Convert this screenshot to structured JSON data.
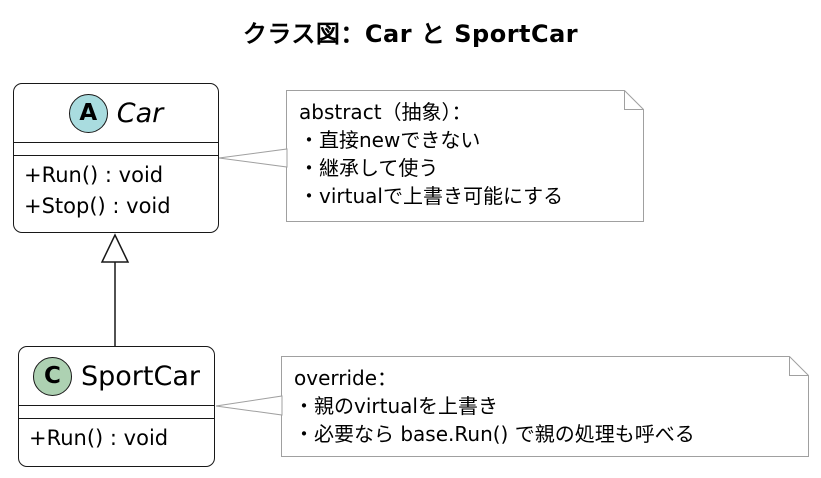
{
  "title": "クラス図：Car と SportCar",
  "car_class": {
    "badge": "A",
    "name": "Car",
    "methods": [
      "+Run() : void",
      "+Stop() : void"
    ]
  },
  "sportcar_class": {
    "badge": "C",
    "name": "SportCar",
    "methods": [
      "+Run() : void"
    ]
  },
  "abstract_note": {
    "lines": [
      "abstract（抽象）：",
      "・直接newできない",
      "・継承して使う",
      "・virtualで上書き可能にする"
    ]
  },
  "override_note": {
    "lines": [
      "override：",
      "・親のvirtualを上書き",
      "・必要なら base.Run() で親の処理も呼べる"
    ]
  },
  "colors": {
    "abstract_badge_bg": "#A9DCDF",
    "class_badge_bg": "#ADD1B2",
    "class_border": "#181818",
    "note_border": "#A0A0A0",
    "note_bg": "#FFFFFF",
    "text": "#000000",
    "background": "#FFFFFF"
  }
}
